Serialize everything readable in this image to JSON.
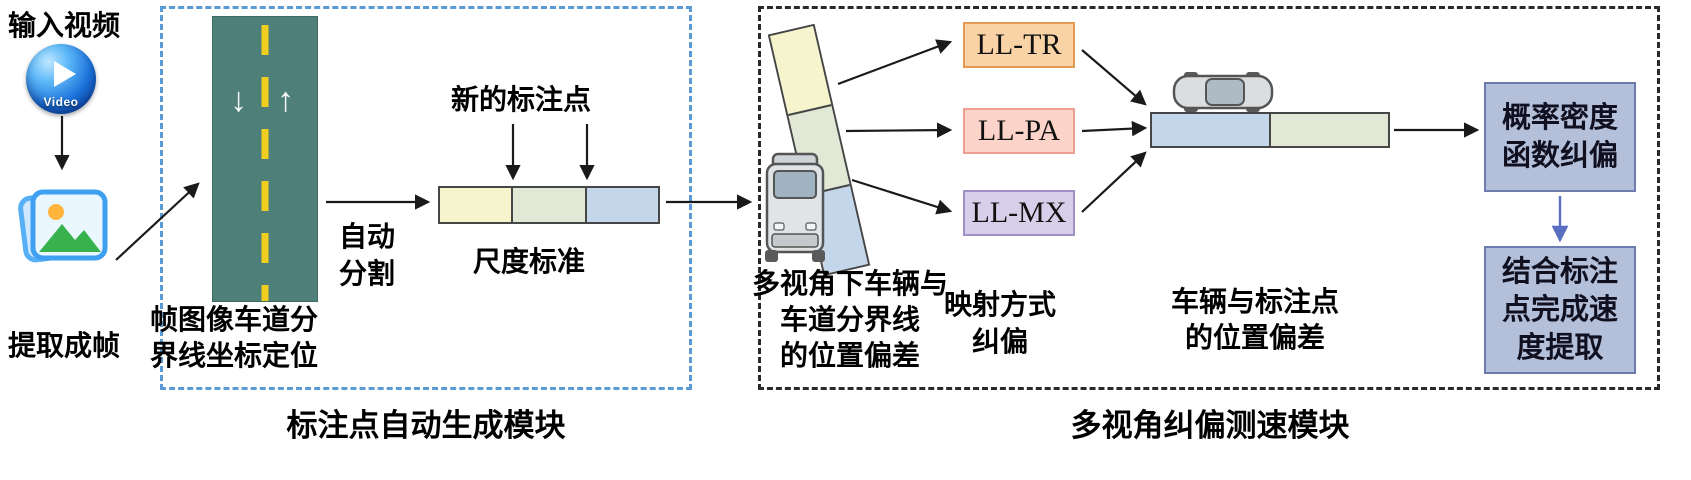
{
  "left_column": {
    "input_label": "输入视频",
    "video_icon_text": "Video",
    "extract_label": "提取成帧"
  },
  "module1": {
    "caption": "标注点自动生成模块",
    "road_caption_line1": "帧图像车道分",
    "road_caption_line2": "界线坐标定位",
    "auto_split_line1": "自动",
    "auto_split_line2": "分割",
    "new_point_label": "新的标注点",
    "scale_label": "尺度标准",
    "lane_arrow_down": "↓",
    "lane_arrow_up": "↑"
  },
  "module2": {
    "caption": "多视角纠偏测速模块",
    "view_dev_line1": "多视角下车辆与",
    "view_dev_line2": "车道分界线",
    "view_dev_line3": "的位置偏差",
    "mapping_boxes": [
      "LL-TR",
      "LL-PA",
      "LL-MX"
    ],
    "mapping_label_line1": "映射方式",
    "mapping_label_line2": "纠偏",
    "pos_dev_line1": "车辆与标注点",
    "pos_dev_line2": "的位置偏差",
    "pdf_line1": "概率密度",
    "pdf_line2": "函数纠偏",
    "speed_line1": "结合标注",
    "speed_line2": "点完成速",
    "speed_line3": "度提取"
  },
  "colors": {
    "segment_yellow": "#f6f4cc",
    "segment_green": "#e1e8d5",
    "segment_blue": "#c4d7ea",
    "ll_tr_fill": "#f9d2a6",
    "ll_tr_border": "#e59a54",
    "ll_pa_fill": "#fbd3c9",
    "ll_pa_border": "#ee9e90",
    "ll_mx_fill": "#d7cfe9",
    "ll_mx_border": "#a18fc8",
    "result_box_fill": "#b4c0da",
    "result_box_border": "#6d7cae",
    "module1_border": "#5b9bd5",
    "module2_border": "#2a2a2a",
    "road_fill": "#4e7f79",
    "lane_line_yellow": "#f0cd1e"
  }
}
